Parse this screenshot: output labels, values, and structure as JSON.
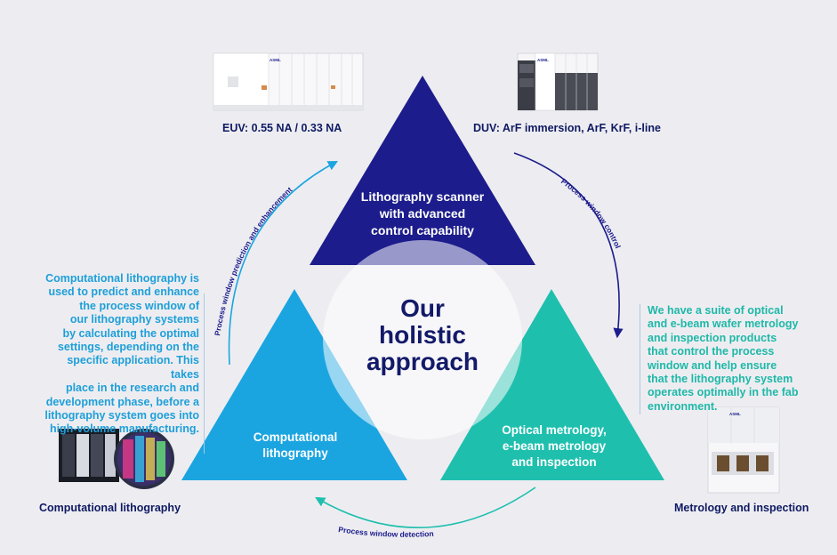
{
  "center": {
    "line1": "Our",
    "line2": "holistic",
    "line3": "approach"
  },
  "triangles": {
    "top": {
      "line1": "Lithography scanner",
      "line2": "with advanced",
      "line3": "control capability",
      "color": "#1c1c8c"
    },
    "left": {
      "line1": "Computational",
      "line2": "lithography",
      "color": "#1ba5e0"
    },
    "right": {
      "line1": "Optical metrology,",
      "line2": "e-beam metrology",
      "line3": "and inspection",
      "color": "#1fbfae"
    }
  },
  "machines": {
    "euv": {
      "caption": "EUV: 0.55 NA / 0.33 NA",
      "brand": "ASML"
    },
    "duv": {
      "caption": "DUV: ArF immersion, ArF, KrF, i-line",
      "brand": "ASML"
    },
    "comp": {
      "caption": "Computational lithography"
    },
    "metro": {
      "caption": "Metrology and inspection",
      "brand": "ASML"
    }
  },
  "arrows": {
    "left": "Process window prediction and enhancement",
    "right": "Process window control",
    "bottom": "Process window detection"
  },
  "descriptions": {
    "left": [
      "Computational lithography is",
      "used to predict and enhance",
      "the process window of",
      "our lithography systems",
      "by calculating the optimal",
      "settings, depending on the",
      "specific application. This takes",
      "place in the research and",
      "development phase, before a",
      "lithography system goes into",
      "high-volume manufacturing."
    ],
    "right": [
      "We have a suite of optical",
      "and e-beam wafer metrology",
      "and inspection products",
      "that control the process",
      "window and help ensure",
      "that the lithography system",
      "operates optimally in the fab",
      "environment."
    ]
  },
  "colors": {
    "background": "#ededf1",
    "navy": "#1c1c8c",
    "blue": "#1ba5e0",
    "teal": "#1fbfae",
    "caption": "#0f1a63"
  }
}
